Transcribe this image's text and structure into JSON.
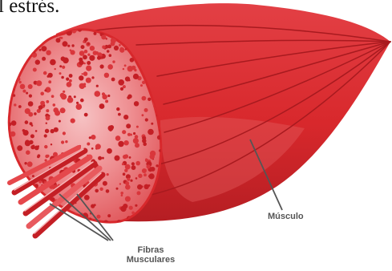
{
  "caption": "l estrés.",
  "labels": {
    "muscle": "Músculo",
    "fibers_line1": "Fibras",
    "fibers_line2": "Musculares"
  },
  "colors": {
    "muscle_red": "#d8282c",
    "muscle_dark": "#a81a1f",
    "section_pink": "#e96f72",
    "section_light": "#f3a6a8",
    "fiber_dot": "#c41f25",
    "leader_line": "#555555"
  }
}
